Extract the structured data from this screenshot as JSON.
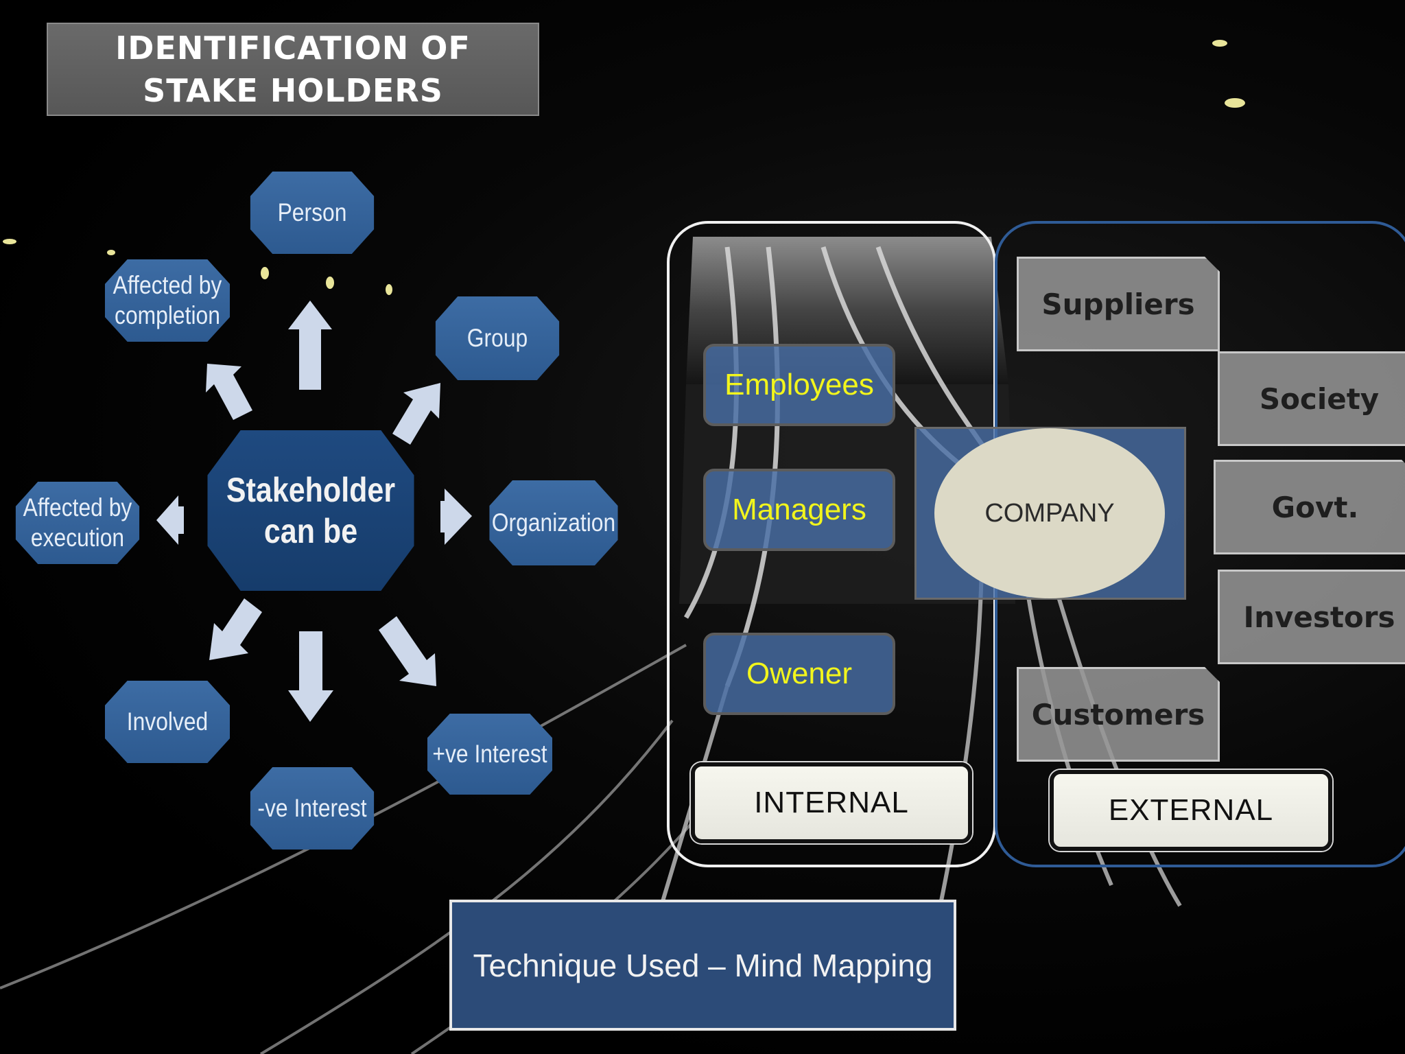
{
  "slide": {
    "title": "IDENTIFICATION OF STAKE HOLDERS",
    "technique": "Technique Used – Mind Mapping"
  },
  "mind_map": {
    "center": "Stakeholder can be",
    "nodes": {
      "person": "Person",
      "group": "Group",
      "organization": "Organization",
      "positive_interest": "+ve Interest",
      "negative_interest": "-ve Interest",
      "involved": "Involved",
      "affected_by_execution": "Affected by execution",
      "affected_by_completion": "Affected by completion"
    }
  },
  "classification": {
    "internal_label": "INTERNAL",
    "external_label": "EXTERNAL",
    "company": "COMPANY",
    "internal_items": {
      "employees": "Employees",
      "managers": "Managers",
      "owener": "Owener"
    },
    "external_items": {
      "suppliers": "Suppliers",
      "society": "Society",
      "govt": "Govt.",
      "investors": "Investors",
      "customers": "Customers"
    }
  },
  "colors": {
    "node_blue": "#3d6ca4",
    "center_blue": "#1f4a80",
    "internal_text_yellow": "#f2f51c",
    "external_frame_blue": "#2f5b96",
    "technique_blue": "#2c4b78"
  }
}
